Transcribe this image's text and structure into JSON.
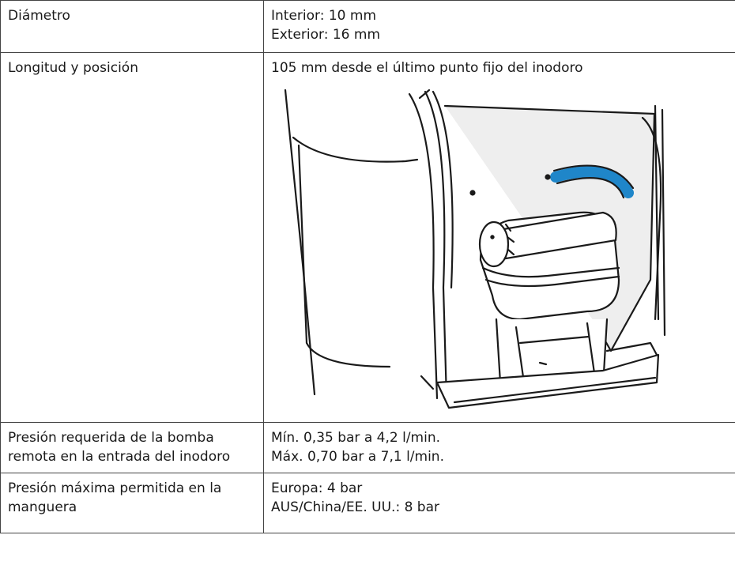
{
  "rows": [
    {
      "label": "Diámetro",
      "values": [
        "Interior: 10 mm",
        "Exterior: 16 mm"
      ]
    },
    {
      "label": "Longitud y posición",
      "values": [
        "105 mm desde el último punto fijo del inodoro"
      ]
    },
    {
      "label_lines": [
        "Presión requerida de la bomba",
        "remota en la entrada del inodoro"
      ],
      "values": [
        "Mín. 0,35 bar a 4,2 l/min.",
        "Máx. 0,70 bar a 7,1 l/min."
      ]
    },
    {
      "label_lines": [
        "Presión máxima permitida en la",
        "manguera"
      ],
      "values": [
        "Europa: 4 bar",
        "AUS/China/EE. UU.: 8 bar"
      ]
    }
  ],
  "colors": {
    "border": "#444444",
    "hose_accent": "#1f86c9",
    "line_art": "#1a1a1a",
    "shade": "#eeeeee"
  },
  "illustration": {
    "icon": "toilet-cassette-illustration"
  }
}
